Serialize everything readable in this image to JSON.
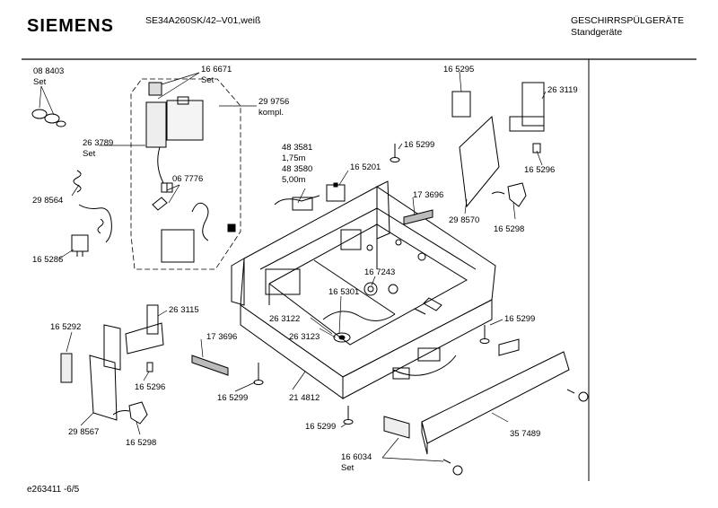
{
  "header": {
    "brand": "SIEMENS",
    "model": "SE34A260SK/42–V01,weiß",
    "category_line1": "GESCHIRRSPÜLGERÄTE",
    "category_line2": "Standgeräte"
  },
  "footer": {
    "drawing_id": "e263411 -6/5"
  },
  "labels": {
    "l_088403": "08 8403",
    "l_088403_set": "Set",
    "l_166671": "16 6671",
    "l_166671_set": "Set",
    "l_299756": "29 9756",
    "l_299756_kompl": "kompl.",
    "l_263789": "26 3789",
    "l_263789_set": "Set",
    "l_298564": "29 8564",
    "l_067776": "06 7776",
    "l_165286": "16 5286",
    "l_483581": "48 3581",
    "l_175m": "1,75m",
    "l_483580": "48 3580",
    "l_500m": "5,00m",
    "l_165201": "16 5201",
    "l_165299_a": "16 5299",
    "l_165295": "16 5295",
    "l_263119": "26 3119",
    "l_165296_a": "16 5296",
    "l_173696_a": "17 3696",
    "l_298570": "29 8570",
    "l_165298_a": "16 5298",
    "l_167243": "16 7243",
    "l_165301": "16 5301",
    "l_263122": "26 3122",
    "l_263123": "26 3123",
    "l_263115": "26 3115",
    "l_165292": "16 5292",
    "l_173696_b": "17 3696",
    "l_165296_b": "16 5296",
    "l_298567": "29 8567",
    "l_165298_b": "16 5298",
    "l_165299_b": "16 5299",
    "l_214812": "21 4812",
    "l_165299_c": "16 5299",
    "l_165299_d": "16 5299",
    "l_357489": "35 7489",
    "l_166034": "16 6034",
    "l_166034_set": "Set"
  }
}
